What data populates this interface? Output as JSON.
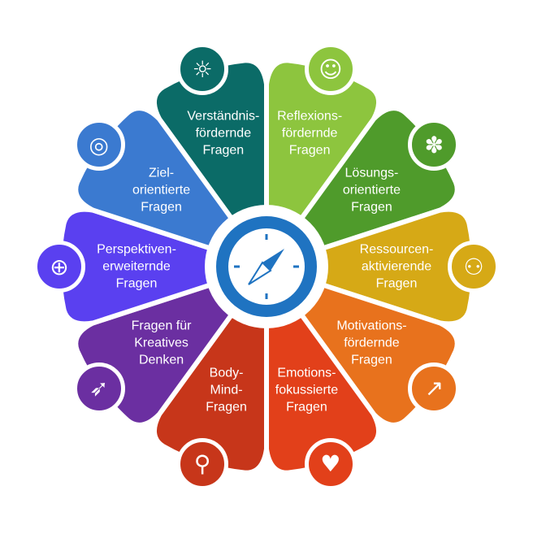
{
  "segments": [
    {
      "label": "Verständnis-\nfördernde\nFragen",
      "color": "#0b6b67",
      "icon": "lightbulb-icon",
      "glyph": "☼"
    },
    {
      "label": "Reflexions-\nfördernde\nFragen",
      "color": "#8dc53e",
      "icon": "head-brain-icon",
      "glyph": "☺"
    },
    {
      "label": "Lösungs-\norientierte\nFragen",
      "color": "#4f9b2b",
      "icon": "puzzle-head-icon",
      "glyph": "✽"
    },
    {
      "label": "Ressourcen-\naktivierende\nFragen",
      "color": "#d6a916",
      "icon": "people-network-icon",
      "glyph": "⚇"
    },
    {
      "label": "Motivations-\nfördernde\nFragen",
      "color": "#e8721d",
      "icon": "growth-chart-icon",
      "glyph": "↗"
    },
    {
      "label": "Emotions-\nfokussierte\nFragen",
      "color": "#e2401a",
      "icon": "heart-icon",
      "glyph": "♥"
    },
    {
      "label": "Body-\nMind-\nFragen",
      "color": "#c7361a",
      "icon": "bicycle-icon",
      "glyph": "⚲"
    },
    {
      "label": "Fragen für\nKreatives\nDenken",
      "color": "#6b2fa1",
      "icon": "rocket-icon",
      "glyph": "➶"
    },
    {
      "label": "Perspektiven-\nerweiternde\nFragen",
      "color": "#5a40f0",
      "icon": "globe-icon",
      "glyph": "⊕"
    },
    {
      "label": "Ziel-\norientierte\nFragen",
      "color": "#3b7ad0",
      "icon": "target-icon",
      "glyph": "◎"
    }
  ],
  "center": {
    "icon": "compass-icon",
    "ring_color": "#1f73c1"
  }
}
